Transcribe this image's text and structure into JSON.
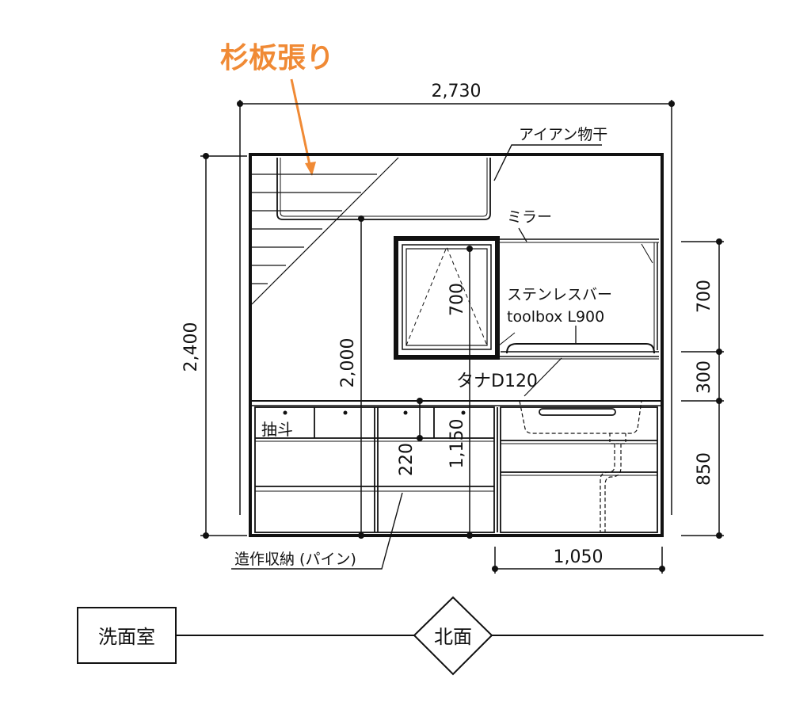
{
  "annotation": {
    "label": "杉板張り",
    "color": "#f08a35"
  },
  "dimensions": {
    "total_width": "2,730",
    "total_height": "2,400",
    "partition_height": "2,000",
    "window_height": "700",
    "side_top": "700",
    "side_middle": "300",
    "side_bottom": "850",
    "counter_height": "1,150",
    "drawer_height": "220",
    "sink_width": "1,050"
  },
  "labels": {
    "iron_bar": "アイアン物干",
    "mirror": "ミラー",
    "steel_bar": "ステンレスバー",
    "steel_bar_model": "toolbox L900",
    "shelf": "タナD120",
    "drawer": "抽斗",
    "cabinet": "造作収納 (パイン)"
  },
  "footer": {
    "room": "洗面室",
    "view": "北面"
  }
}
